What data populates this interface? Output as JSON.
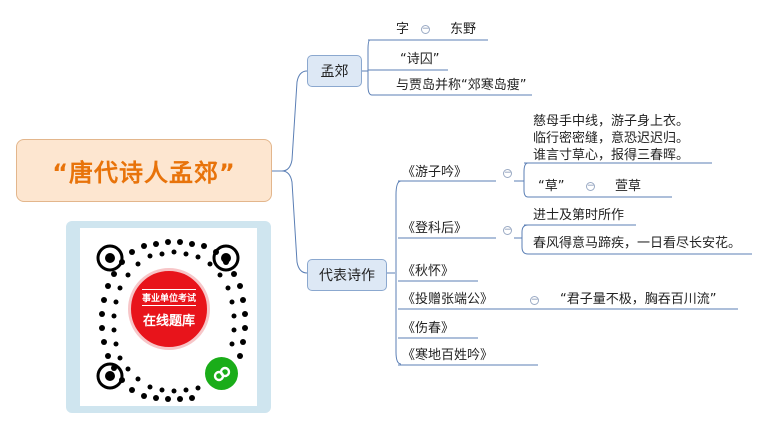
{
  "root": {
    "title": "“唐代诗人孟郊”"
  },
  "branches": {
    "mengjiao": {
      "label": "孟郊",
      "zi_label": "字",
      "zi_value": "东野",
      "shiqiu": "“诗囚”",
      "jiadao": "与贾岛并称“郊寒岛瘦”"
    },
    "works": {
      "label": "代表诗作",
      "youziyin": {
        "title": "《游子吟》",
        "poem": [
          "慈母手中线，游子身上衣。",
          "临行密密缝，意恐迟迟归。",
          "谁言寸草心，报得三春晖。"
        ],
        "cao_label": "“草”",
        "cao_value": "萱草"
      },
      "dengkehou": {
        "title": "《登科后》",
        "note": "进士及第时所作",
        "line": "春风得意马蹄疾，一日看尽长安花。"
      },
      "qiuhuai": "《秋怀》",
      "touzeng": {
        "title": "《投赠张端公》",
        "quote": "“君子量不极，胸吞百川流”"
      },
      "shangchun": "《伤春》",
      "handi": "《寒地百姓吟》"
    }
  },
  "qr": {
    "line1": "事业单位考试",
    "line2": "在线题库"
  },
  "colors": {
    "line": "#5b7fb5",
    "accent": "#e8730a",
    "badge": "#e8141b",
    "wechat": "#1aad19"
  }
}
